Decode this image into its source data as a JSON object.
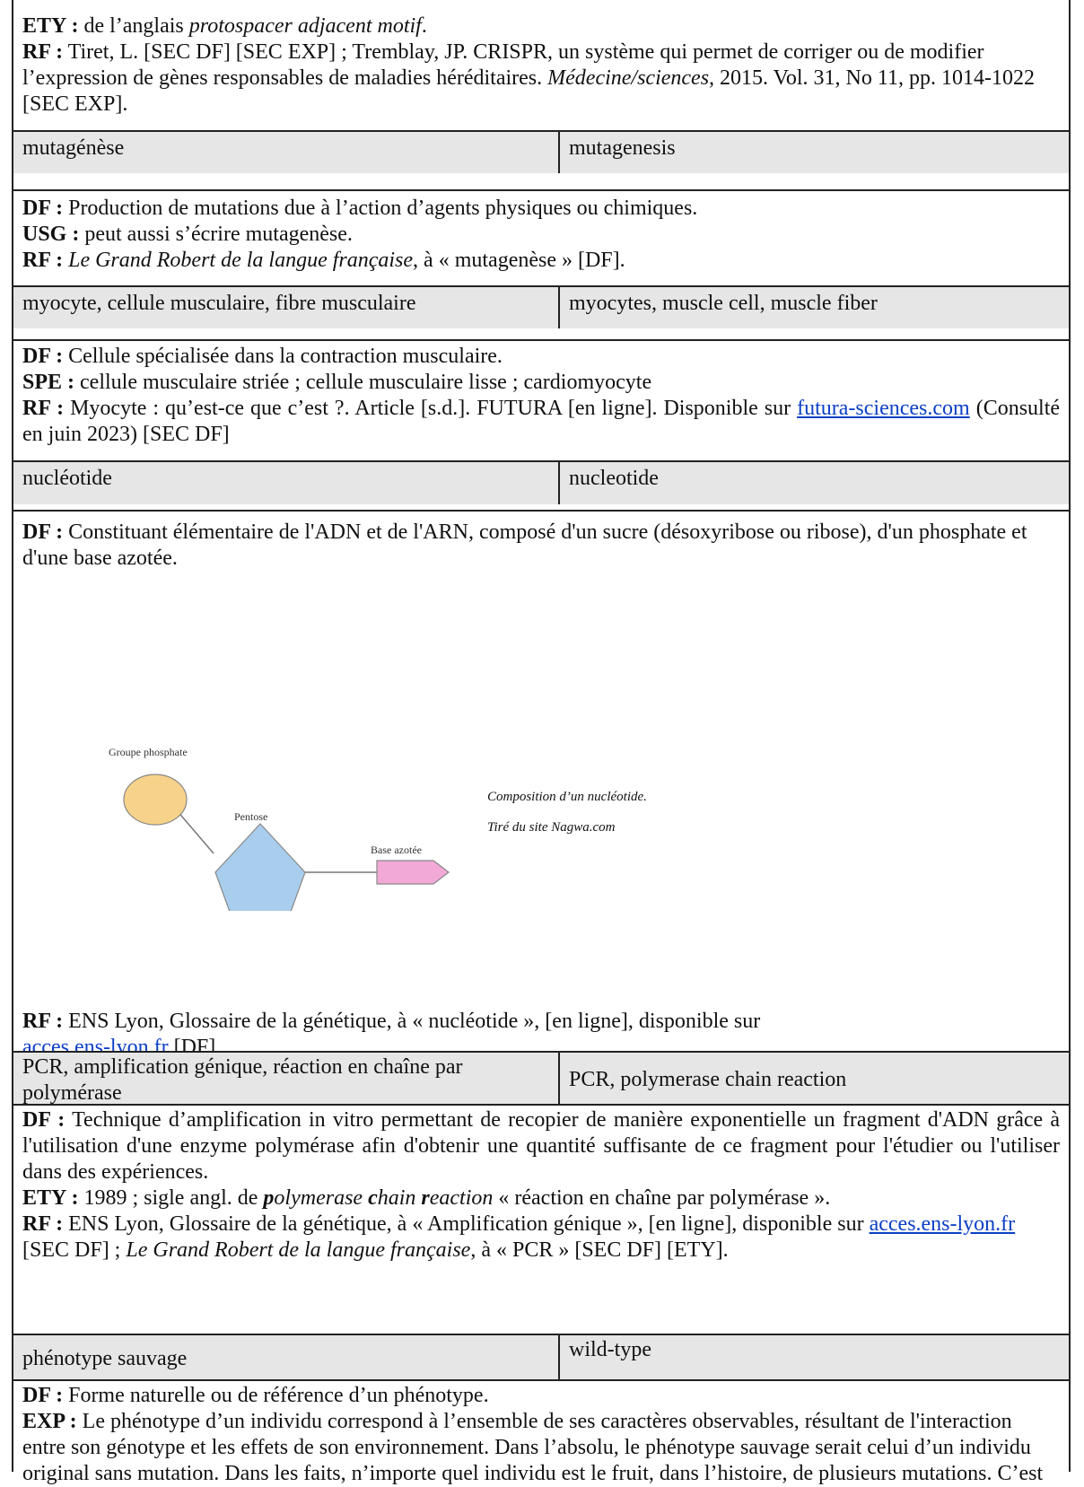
{
  "top": {
    "ety_label": "ETY :",
    "ety_text": "de l’anglais",
    "ety_italic": "protospacer adjacent motif",
    "ety_end": ".",
    "rf_label": "RF :",
    "rf_text": "Tiret, L. [SEC DF] [SEC EXP] ; Tremblay, JP. CRISPR, un système qui permet de corriger ou de modifier l’expression de gènes responsables de maladies héréditaires.",
    "rf_italic": "Médecine/sciences",
    "rf_end": ", 2015. Vol. 31, No 11, pp. 1014-1022 [SEC EXP]."
  },
  "mutagenese": {
    "fr": "mutagénèse",
    "en": "mutagenesis",
    "df_label": "DF :",
    "df": "Production de mutations due à l’action d’agents physiques ou chimiques.",
    "usg_label": "USG :",
    "usg": "peut aussi s’écrire mutagenèse.",
    "rf_label": "RF :",
    "rf_italic": "Le Grand Robert de la langue française",
    "rf_end": ", à « mutagenèse » [DF]."
  },
  "myocyte": {
    "fr": "myocyte, cellule musculaire, fibre musculaire",
    "en": "myocytes, muscle cell, muscle fiber",
    "df_label": "DF :",
    "df": "Cellule spécialisée dans la contraction musculaire.",
    "spe_label": "SPE :",
    "spe": "cellule musculaire striée ; cellule musculaire lisse ; cardiomyocyte",
    "rf_label": "RF :",
    "rf": "Myocyte : qu’est-ce que c’est ?. Article [s.d.]. FUTURA [en ligne]. Disponible sur",
    "rf_link": "futura-sciences.com",
    "rf_end": "(Consulté en juin 2023) [SEC DF]"
  },
  "nucleotide": {
    "fr": "nucléotide",
    "en": "nucleotide",
    "df_label": "DF :",
    "df": "Constituant élémentaire de l'ADN et de l'ARN, composé d'un sucre (désoxyribose ou ribose), d'un phosphate et d'une base azotée.",
    "figure": {
      "phosphate": "Groupe phosphate",
      "pentose": "Pentose",
      "base": "Base azotée",
      "colors": {
        "phosphate": "#f7d28a",
        "pentose": "#a9cdec",
        "base": "#f2a9d8"
      }
    },
    "caption1": "Composition d’un nucléotide.",
    "caption2": "Tiré du site Nagwa.com",
    "rf_label": "RF :",
    "rf": "ENS Lyon, Glossaire de la génétique, à « nucléotide », [en ligne], disponible sur",
    "rf_link": "acces.ens-lyon.fr",
    "rf_end": "[DF]"
  },
  "pcr": {
    "fr": "PCR, amplification génique, réaction en chaîne par polymérase",
    "en": "PCR, polymerase chain reaction",
    "df_label": "DF :",
    "df": "Technique d’amplification in vitro permettant de recopier de manière exponentielle un fragment d'ADN grâce à l'utilisation d'une enzyme polymérase afin d'obtenir une quantité suffisante de ce fragment pour l'étudier ou l'utiliser dans des expériences.",
    "ety_label": "ETY :",
    "ety": "1989 ; sigle angl. de",
    "ety_p": "p",
    "ety_olymerase": "olymerase",
    "ety_c": "c",
    "ety_hain": "hain",
    "ety_r": "r",
    "ety_eaction": "eaction",
    "ety_end": "« réaction en chaîne par polymérase ».",
    "rf_label": "RF :",
    "rf": "ENS Lyon, Glossaire de la génétique, à « Amplification génique », [en ligne], disponible sur",
    "rf_link": "acces.ens-lyon.fr",
    "rf_mid": "[SEC DF] ;",
    "rf_italic": "Le Grand Robert de la langue française",
    "rf_end": ", à « PCR » [SEC DF] [ETY]."
  },
  "phenotype": {
    "fr": "phénotype sauvage",
    "en": "wild-type",
    "df_label": "DF :",
    "df": "Forme naturelle ou de référence d’un phénotype.",
    "exp_label": "EXP :",
    "exp": "Le phénotype d’un individu correspond à l’ensemble de ses caractères observables, résultant de l'interaction entre son génotype et les effets de son environnement. Dans l’absolu, le phénotype sauvage serait celui d’un individu original sans mutation. Dans les faits, n’importe quel individu est le fruit, dans l’histoire, de plusieurs mutations. C’est"
  }
}
